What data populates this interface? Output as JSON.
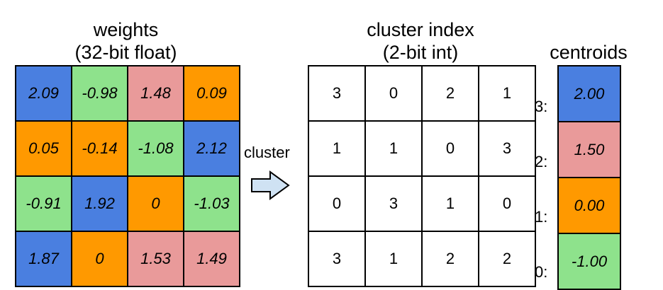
{
  "titles": {
    "weights_line1": "weights",
    "weights_line2": "(32-bit float)",
    "index_line1": "cluster index",
    "index_line2": "(2-bit int)",
    "centroids": "centroids"
  },
  "arrow_label": "cluster",
  "colors": {
    "blue": "#4a7fe0",
    "red": "#e99a9a",
    "orange": "#ff9900",
    "green": "#8ee28c"
  },
  "weights": [
    [
      {
        "v": "2.09",
        "c": "blue"
      },
      {
        "v": "-0.98",
        "c": "green"
      },
      {
        "v": "1.48",
        "c": "red"
      },
      {
        "v": "0.09",
        "c": "orange"
      }
    ],
    [
      {
        "v": "0.05",
        "c": "orange"
      },
      {
        "v": "-0.14",
        "c": "orange"
      },
      {
        "v": "-1.08",
        "c": "green"
      },
      {
        "v": "2.12",
        "c": "blue"
      }
    ],
    [
      {
        "v": "-0.91",
        "c": "green"
      },
      {
        "v": "1.92",
        "c": "blue"
      },
      {
        "v": "0",
        "c": "orange"
      },
      {
        "v": "-1.03",
        "c": "green"
      }
    ],
    [
      {
        "v": "1.87",
        "c": "blue"
      },
      {
        "v": "0",
        "c": "orange"
      },
      {
        "v": "1.53",
        "c": "red"
      },
      {
        "v": "1.49",
        "c": "red"
      }
    ]
  ],
  "cluster_index": [
    [
      "3",
      "0",
      "2",
      "1"
    ],
    [
      "1",
      "1",
      "0",
      "3"
    ],
    [
      "0",
      "3",
      "1",
      "0"
    ],
    [
      "3",
      "1",
      "2",
      "2"
    ]
  ],
  "centroids": [
    {
      "label": "3:",
      "v": "2.00",
      "c": "blue"
    },
    {
      "label": "2:",
      "v": "1.50",
      "c": "red"
    },
    {
      "label": "1:",
      "v": "0.00",
      "c": "orange"
    },
    {
      "label": "0:",
      "v": "-1.00",
      "c": "green"
    }
  ]
}
